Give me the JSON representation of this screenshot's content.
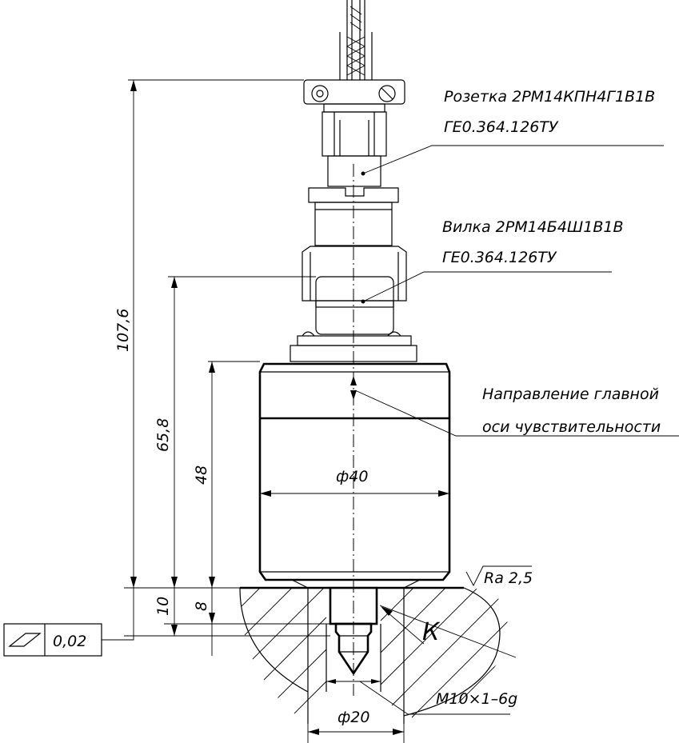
{
  "labels": {
    "socket_name": "Розетка 2РМ14КПН4Г1В1В",
    "socket_spec": "ГЕ0.364.126ТУ",
    "plug_name": "Вилка 2РМ14Б4Ш1В1В",
    "plug_spec": "ГЕ0.364.126ТУ",
    "axis_line1": "Направление главной",
    "axis_line2": "оси чувствительности"
  },
  "dimensions": {
    "total_height": "107,6",
    "height_to_plug": "65,8",
    "body_height": "48",
    "body_diameter": "ф40",
    "thread_length_10": "10",
    "thread_length_8": "8",
    "seat_diameter": "ф20",
    "thread_spec": "М10×1–6g"
  },
  "surface": {
    "roughness": "Ra 2,5",
    "view_letter": "К"
  },
  "tolerance": {
    "value": "0,02"
  }
}
